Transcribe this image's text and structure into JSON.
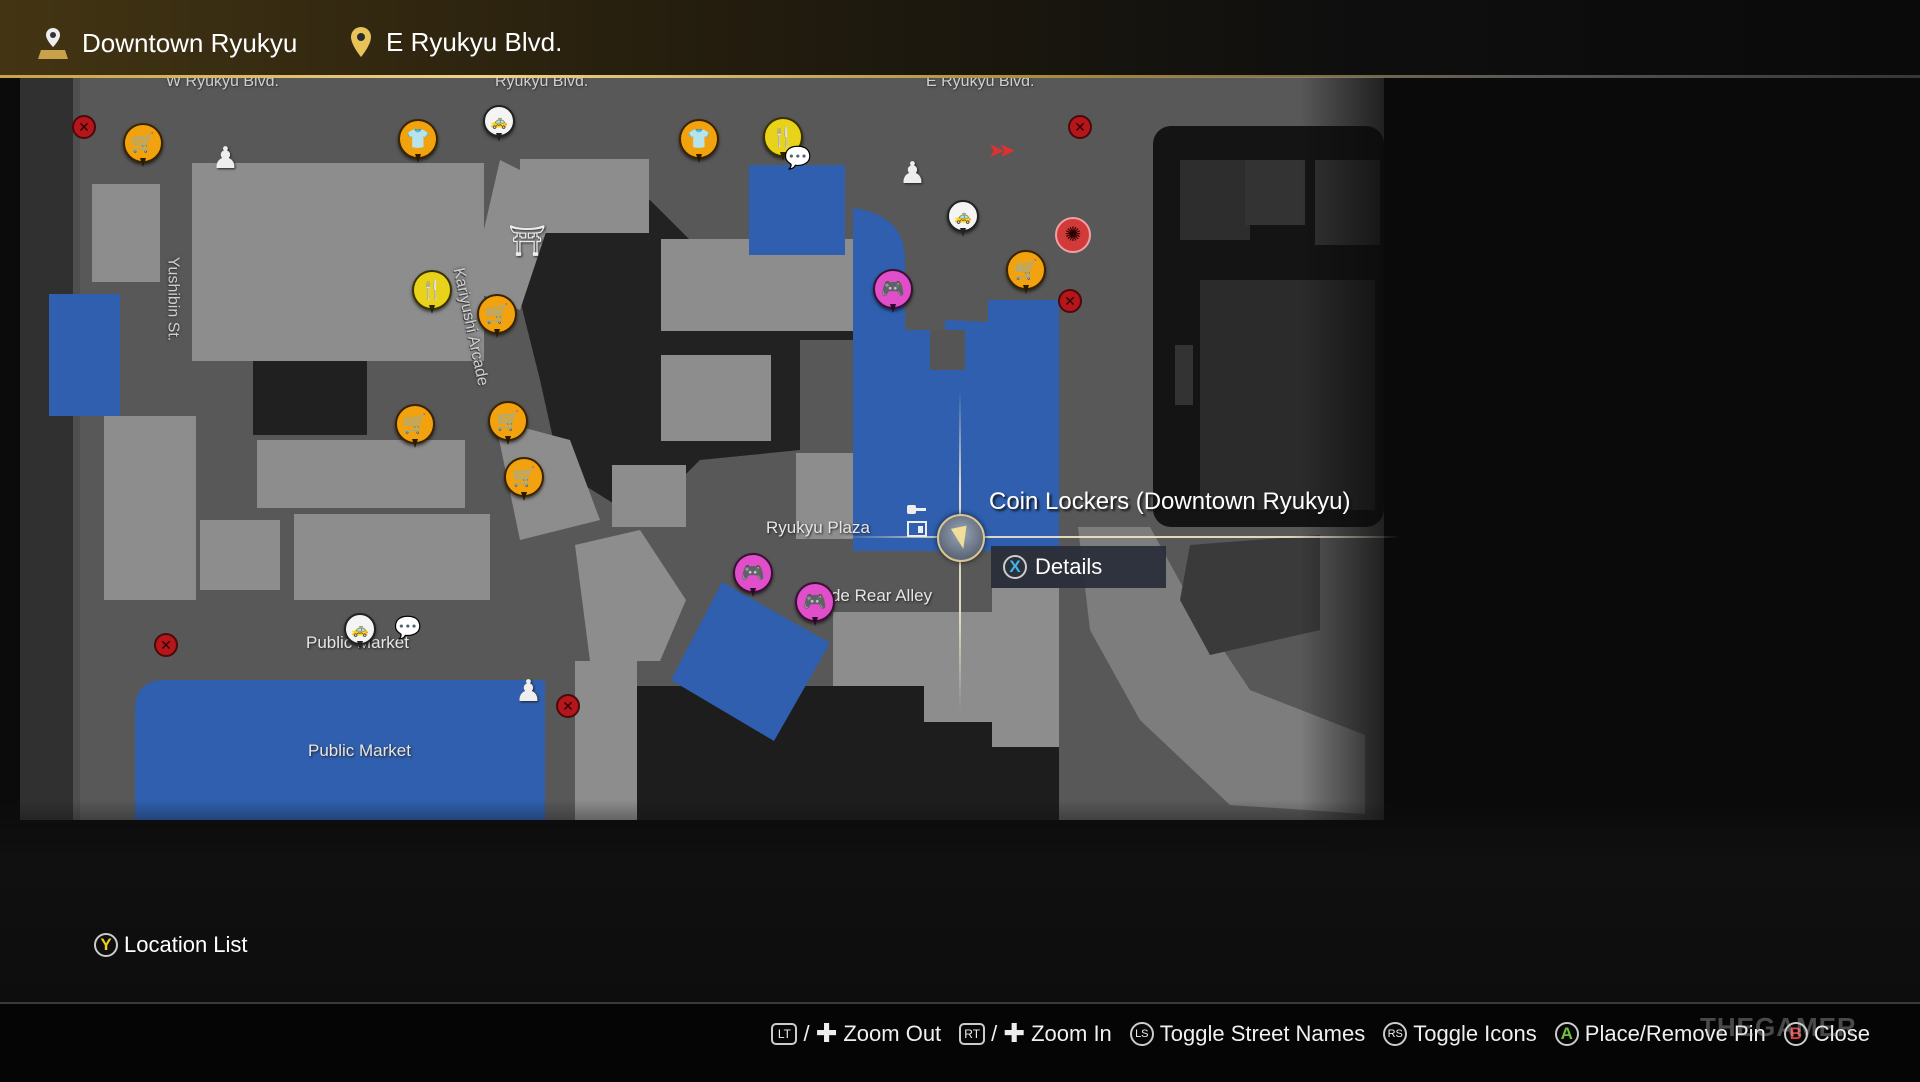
{
  "header": {
    "area": "Downtown Ryukyu",
    "street": "E Ryukyu Blvd."
  },
  "map": {
    "streets": [
      "W Ryukyu Blvd.",
      "Ryukyu Blvd.",
      "E Ryukyu Blvd.",
      "Yushibin St.",
      "Kariyushi Arcade"
    ],
    "places": [
      "Ryukyu Plaza",
      "Arcade Rear Alley",
      "Public Market",
      "Public Market"
    ],
    "colors": {
      "road": "#585858",
      "building": "#8c8c8c",
      "dark": "#222222",
      "highlight": "#2f5fae",
      "accent": "#c9a14a"
    }
  },
  "selection": {
    "title": "Coin Lockers (Downtown Ryukyu)",
    "action_button": "X",
    "action_label": "Details"
  },
  "location_list": {
    "button": "Y",
    "label": "Location List"
  },
  "controls": [
    {
      "button": "LT",
      "label": "Zoom Out"
    },
    {
      "button": "RT",
      "label": "Zoom In"
    },
    {
      "button": "LS",
      "label": "Toggle Street Names"
    },
    {
      "button": "RS",
      "label": "Toggle Icons"
    },
    {
      "button": "A",
      "label": "Place/Remove Pin"
    },
    {
      "button": "B",
      "label": "Close"
    }
  ],
  "watermark": "THEGAMER"
}
